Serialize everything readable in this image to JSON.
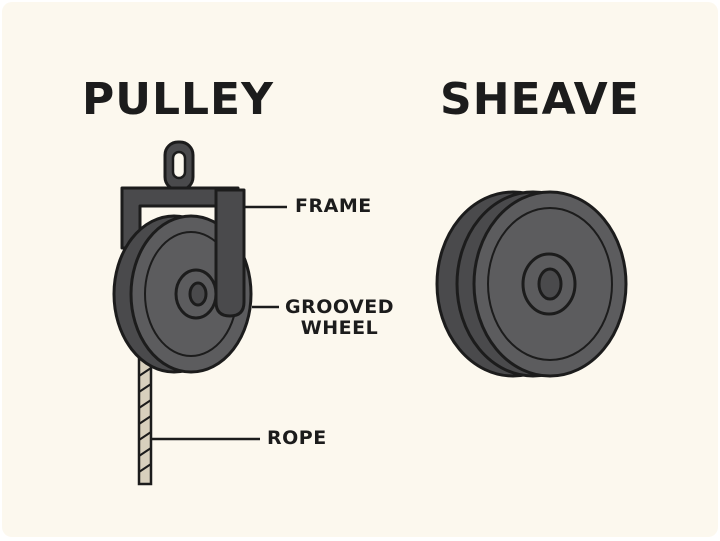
{
  "pulley": {
    "title": "PULLEY",
    "labels": {
      "frame": "FRAME",
      "grooved_wheel": "GROOVED\nWHEEL",
      "rope": "ROPE"
    }
  },
  "sheave": {
    "title": "SHEAVE"
  },
  "colors": {
    "background": "#fcf8ee",
    "metal_dark": "#4a4a4c",
    "metal_mid": "#5c5c5e",
    "outline": "#1c1c1c",
    "rope": "#d8d0bd",
    "text": "#1c1c1c"
  }
}
